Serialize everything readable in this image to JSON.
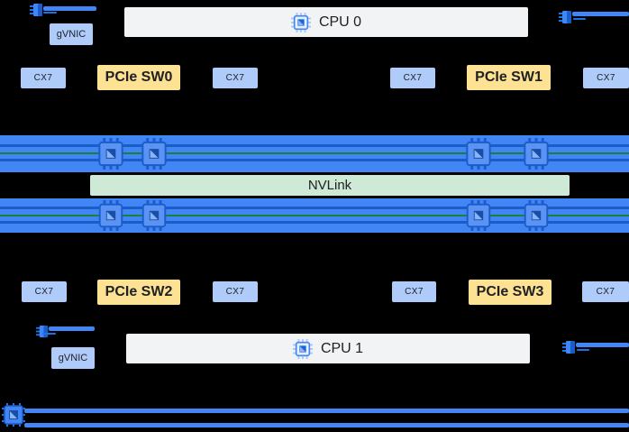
{
  "nodes": {
    "cpu0": {
      "label": "CPU 0"
    },
    "cpu1": {
      "label": "CPU 1"
    },
    "gvnic_top": {
      "label": "gVNIC"
    },
    "gvnic_bottom": {
      "label": "gVNIC"
    },
    "nvlink": {
      "label": "NVLink"
    }
  },
  "rows": {
    "top": [
      {
        "type": "nic",
        "label": "CX7"
      },
      {
        "type": "pcie-switch",
        "label": "PCIe SW0"
      },
      {
        "type": "nic",
        "label": "CX7"
      },
      {
        "type": "nic",
        "label": "CX7"
      },
      {
        "type": "pcie-switch",
        "label": "PCIe SW1"
      },
      {
        "type": "nic",
        "label": "CX7"
      }
    ],
    "bottom": [
      {
        "type": "nic",
        "label": "CX7"
      },
      {
        "type": "pcie-switch",
        "label": "PCIe SW2"
      },
      {
        "type": "nic",
        "label": "CX7"
      },
      {
        "type": "nic",
        "label": "CX7"
      },
      {
        "type": "pcie-switch",
        "label": "PCIe SW3"
      },
      {
        "type": "nic",
        "label": "CX7"
      }
    ]
  },
  "icons": {
    "cpu": "chip-icon",
    "gpu": "gpu-chip-icon",
    "network_port": "network-port-icon",
    "rail_chip": "chip-icon"
  },
  "colors": {
    "background": "#000000",
    "nic_box": "#aecbfa",
    "pcie_box": "#fde293",
    "cpu_bar": "#f1f3f4",
    "gpu_bar": "#4285f4",
    "gpu_bar_line": "#1a5cc8",
    "nvlink_bar": "#ceead6",
    "nvlink_line": "#188038",
    "link_line": "#4285f4",
    "text": "#202124"
  }
}
